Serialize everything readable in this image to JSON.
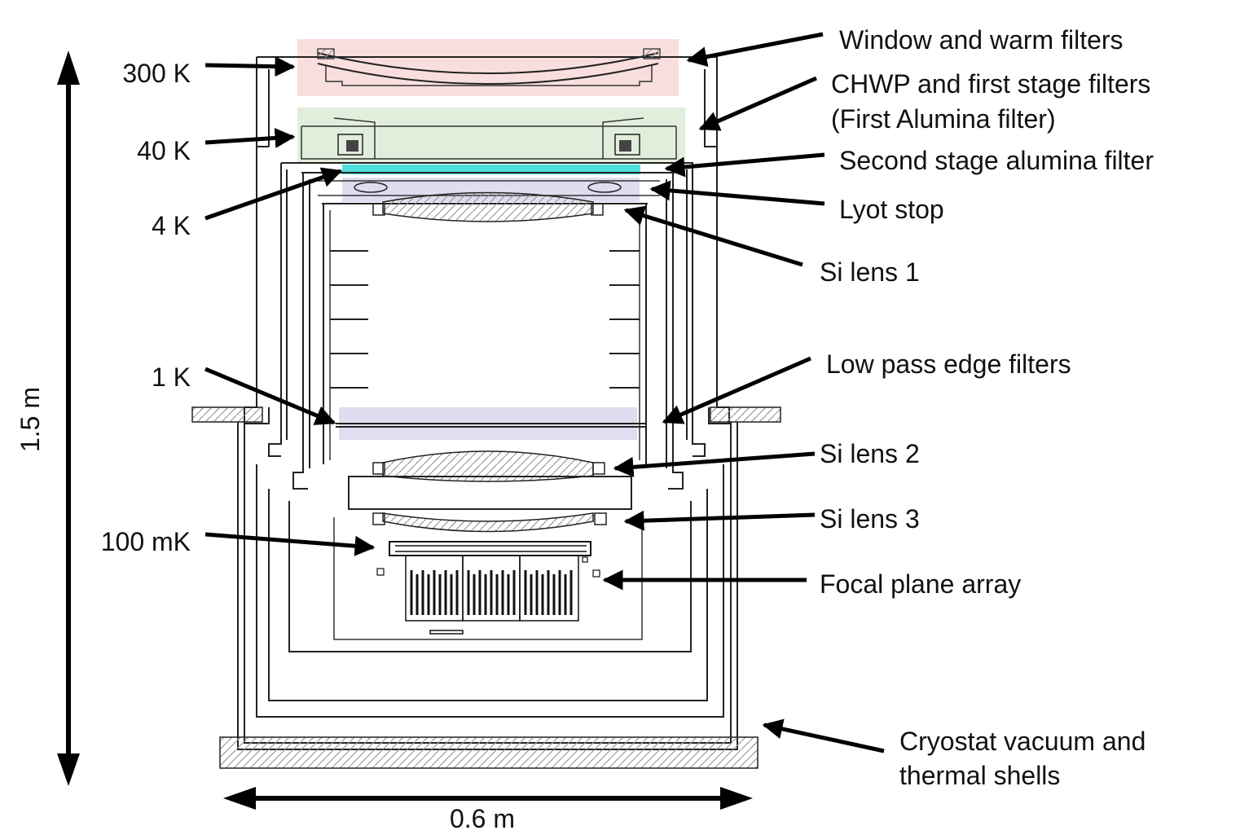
{
  "colors": {
    "warm_zone": "#f4c2c2",
    "stage1_zone": "#cfe3c4",
    "alumina_filter": "#23d6d6",
    "lyot_zone": "#d7d0ea",
    "lowpass_zone": "#d7d0ea",
    "hatch": "#9a9a9a",
    "line": "#222222",
    "arrow": "#000000"
  },
  "temperatures": {
    "t300k": "300 K",
    "t40k": "40 K",
    "t4k": "4 K",
    "t1k": "1 K",
    "t100mk": "100 mK"
  },
  "callouts": {
    "window": "Window and warm filters",
    "chwp_line1": "CHWP and first stage filters",
    "chwp_line2": "(First Alumina filter)",
    "second_alumina": "Second stage alumina filter",
    "lyot": "Lyot stop",
    "si1": "Si lens 1",
    "lowpass": "Low pass edge filters",
    "si2": "Si lens 2",
    "si3": "Si lens 3",
    "fpa": "Focal plane array",
    "shell_line1": "Cryostat vacuum and",
    "shell_line2": "thermal shells"
  },
  "dimensions": {
    "height": "1.5 m",
    "width": "0.6 m"
  }
}
